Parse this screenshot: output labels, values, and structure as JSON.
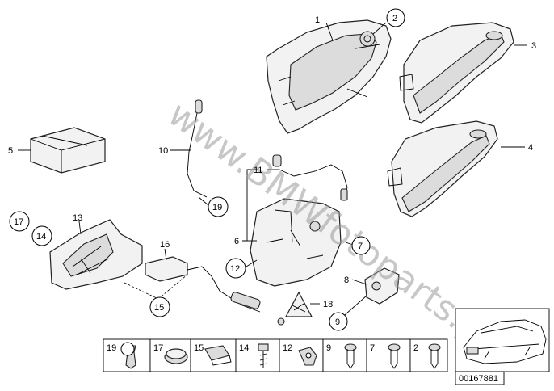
{
  "watermark": "www.BMWfotoparts.pl",
  "diagram_number": "00167881",
  "callouts": {
    "c1": "1",
    "c2": "2",
    "c3": "3",
    "c4": "4",
    "c5": "5",
    "c6": "6",
    "c7": "7",
    "c8": "8",
    "c9": "9",
    "c10": "10",
    "c11": "11",
    "c12": "12",
    "c13": "13",
    "c14": "14",
    "c15": "15",
    "c16": "16",
    "c17": "17",
    "c18": "18",
    "c19a": "19",
    "c19b": "19"
  },
  "bottom_row": [
    {
      "label": "19",
      "icon": "push-clip-icon"
    },
    {
      "label": "17",
      "icon": "plug-cap-icon"
    },
    {
      "label": "15",
      "icon": "spring-nut-icon"
    },
    {
      "label": "14",
      "icon": "bolt-icon"
    },
    {
      "label": "12",
      "icon": "bracket-clip-icon"
    },
    {
      "label": "9",
      "icon": "torx-screw-icon"
    },
    {
      "label": "7",
      "icon": "torx-screw-icon"
    },
    {
      "label": "2",
      "icon": "torx-screw-icon"
    }
  ]
}
